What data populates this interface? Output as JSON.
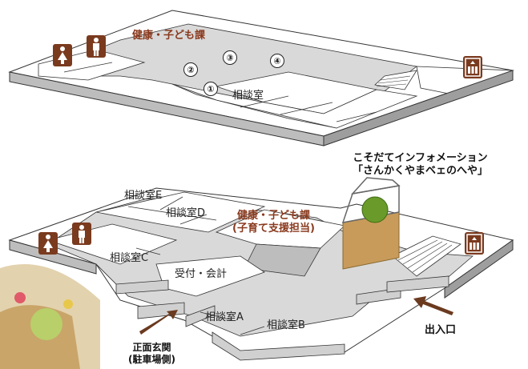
{
  "upper_floor": {
    "dept_label": "健康・子ども課",
    "counters": [
      "①",
      "②",
      "③",
      "④"
    ],
    "consult_room": "相談室"
  },
  "lower_floor": {
    "rooms": {
      "consult_e": "相談室E",
      "consult_d": "相談室D",
      "consult_c": "相談室C",
      "consult_a": "相談室A",
      "consult_b": "相談室B",
      "reception": "受付・会計"
    },
    "dept_label_line1": "健康・子ども課",
    "dept_label_line2": "(子育て支援担当)",
    "info_title_line1": "こそだてインフォメーション",
    "info_title_line2": "「さんかくやまベェのへや」",
    "main_entrance_line1": "正面玄関",
    "main_entrance_line2": "(駐車場側)",
    "entrance": "出入口"
  },
  "colors": {
    "icon_brown": "#7a3a1e",
    "dept_text": "#8a3a1e",
    "floor_gray": "#d9d9d9",
    "arrow_brown": "#6b3a1f"
  },
  "icons": [
    "female-restroom-icon",
    "male-restroom-icon",
    "elevator-icon"
  ]
}
